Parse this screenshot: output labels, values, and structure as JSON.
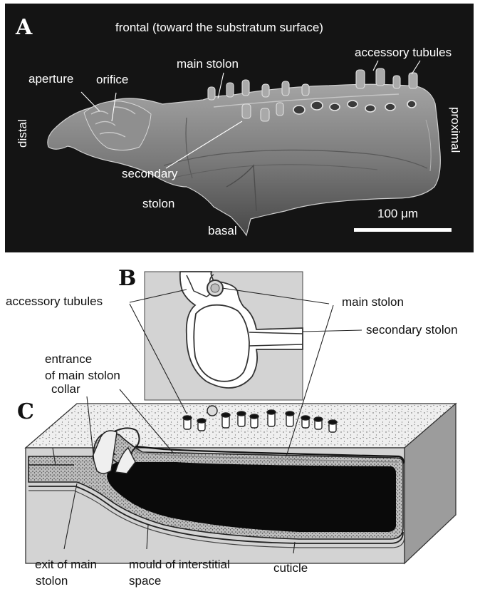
{
  "panel_a": {
    "letter": "A",
    "labels": {
      "frontal": "frontal (toward the substratum surface)",
      "main_stolon": "main stolon",
      "accessory_tubules": "accessory tubules",
      "aperture": "aperture",
      "orifice": "orifice",
      "distal": "distal",
      "proximal": "proximal",
      "secondary_stolon_line1": "secondary",
      "secondary_stolon_line2": "stolon",
      "scale": "100 μm",
      "basal": "basal"
    },
    "colors": {
      "background": "#141414",
      "specimen": "#7d7d7d",
      "text": "#ffffff"
    }
  },
  "panel_b": {
    "letter": "B",
    "colors": {
      "box": "#d3d3d3"
    }
  },
  "panel_c": {
    "letter": "C",
    "colors": {
      "block": "#d3d3d3",
      "cavity": "#0a0a0a",
      "side": "#9c9c9c"
    }
  },
  "labels_bc": {
    "accessory_tubules": "accessory tubules",
    "main_stolon": "main stolon",
    "secondary_stolon": "secondary stolon",
    "entrance_line1": "entrance",
    "entrance_line2": "of main stolon",
    "collar": "collar",
    "exit_line1": "exit of main",
    "exit_line2": "stolon",
    "mould_line1": "mould of interstitial",
    "mould_line2": "space",
    "cuticle": "cuticle"
  }
}
